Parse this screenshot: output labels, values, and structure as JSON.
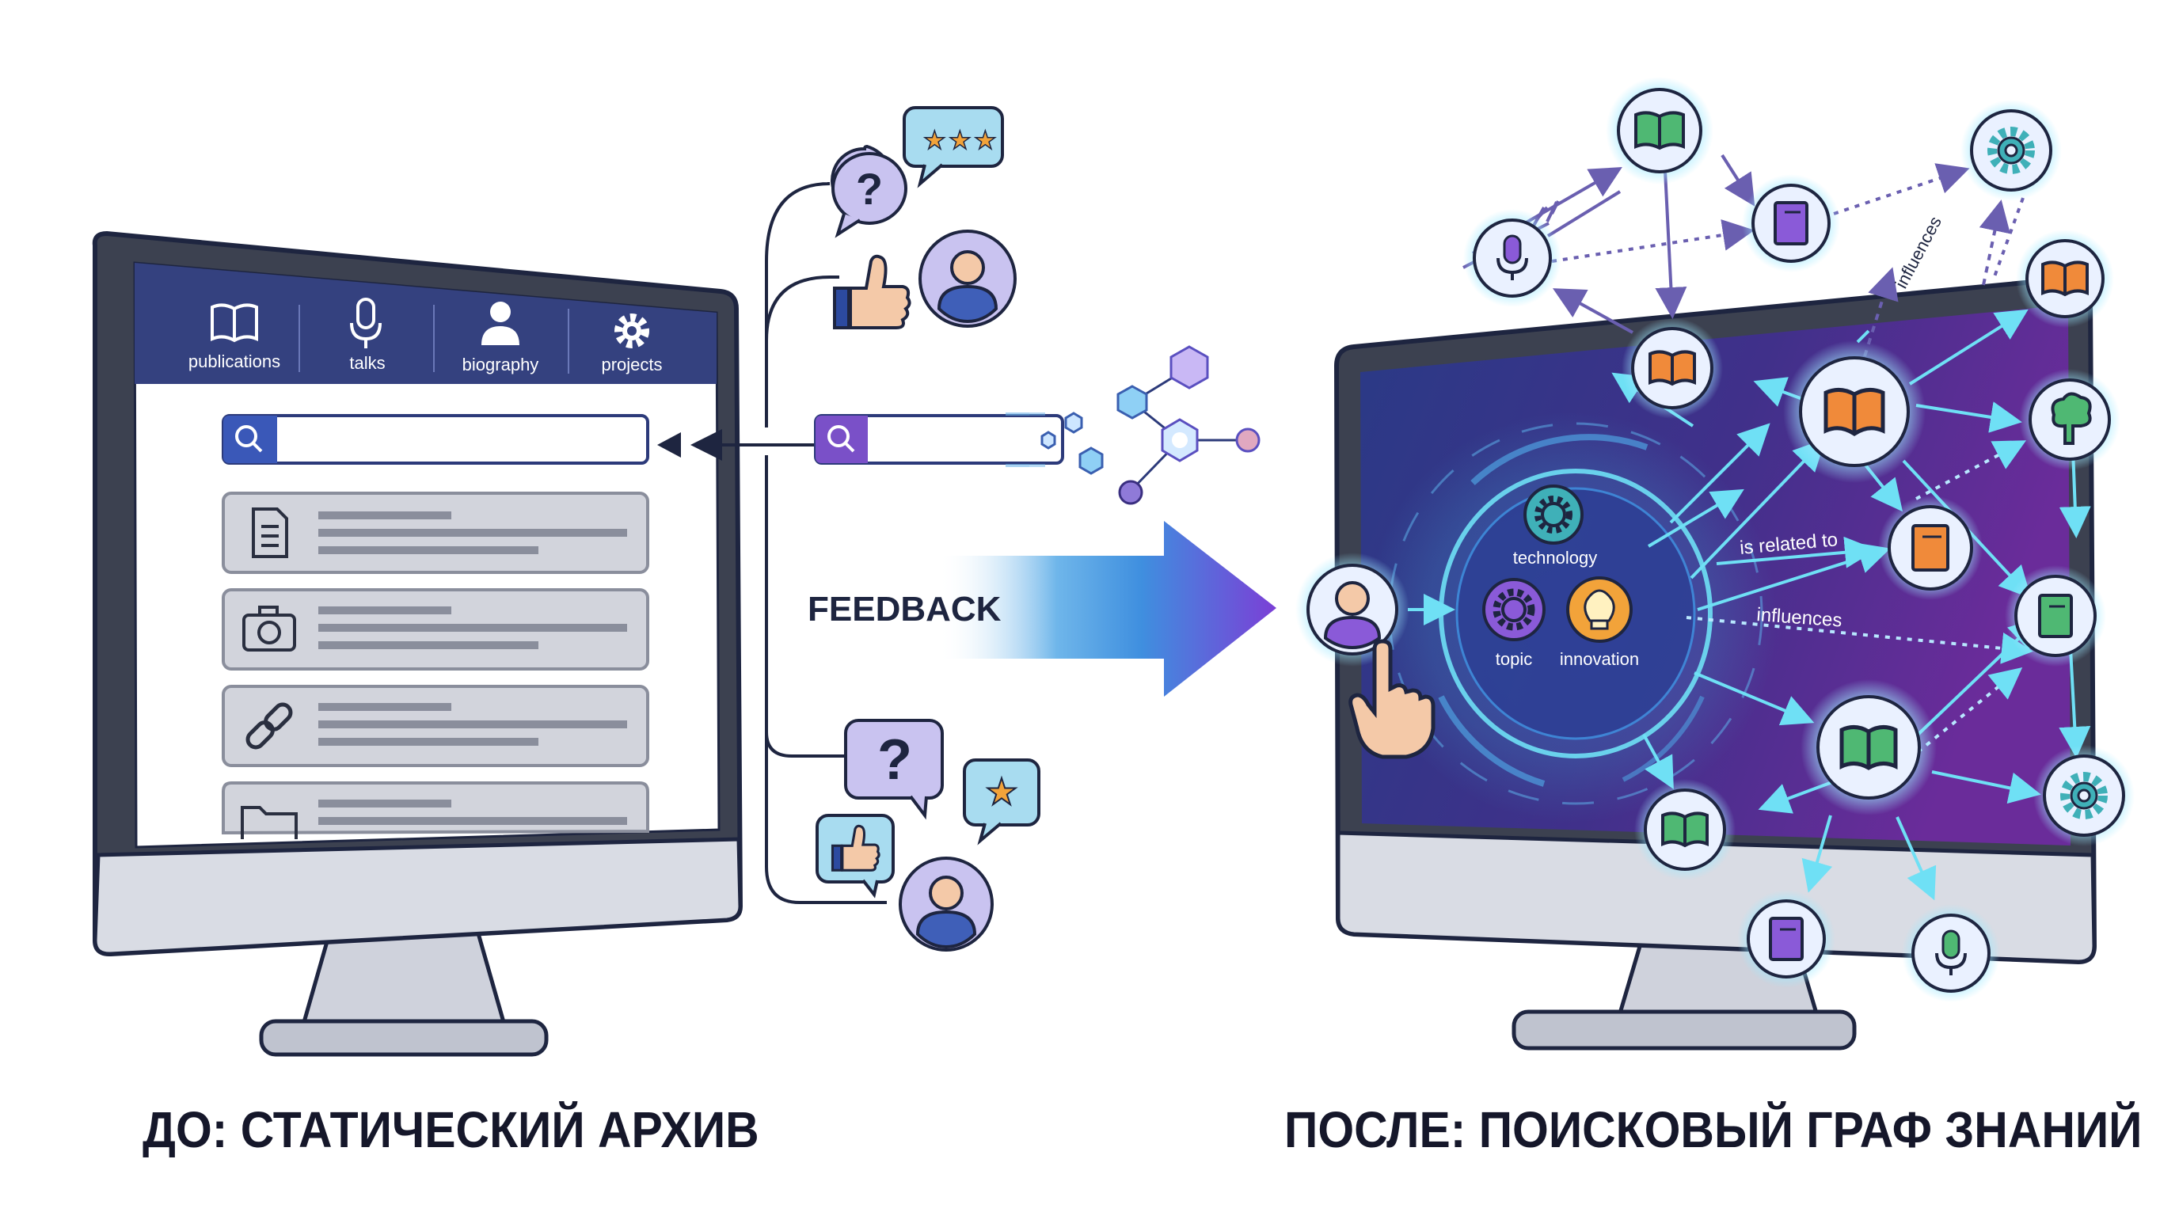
{
  "left": {
    "nav": [
      {
        "label": "publications",
        "icon": "open-book-icon"
      },
      {
        "label": "talks",
        "icon": "microphone-icon"
      },
      {
        "label": "biography",
        "icon": "person-icon"
      },
      {
        "label": "projects",
        "icon": "gear-icon"
      }
    ],
    "list_items": [
      {
        "icon": "document-icon"
      },
      {
        "icon": "camera-icon"
      },
      {
        "icon": "link-icon"
      },
      {
        "icon": "folder-icon"
      }
    ],
    "caption": "ДО: СТАТИЧЕСКИЙ АРХИВ"
  },
  "middle": {
    "feedback_label": "FEEDBACK"
  },
  "right": {
    "hub_labels": {
      "technology": "technology",
      "topic": "topic",
      "innovation": "innovation"
    },
    "edge_labels": {
      "related": "is related to",
      "influences_1": "influences",
      "influences_2": "influences"
    },
    "caption": "ПОСЛЕ: ПОИСКОВЫЙ ГРАФ ЗНАНИЙ"
  },
  "colors": {
    "navy": "#2c3a7a",
    "outline": "#1e2540",
    "purple": "#7a4fd0",
    "cyan": "#5ad8ef",
    "orange": "#f08a3a",
    "green": "#4fb873"
  }
}
